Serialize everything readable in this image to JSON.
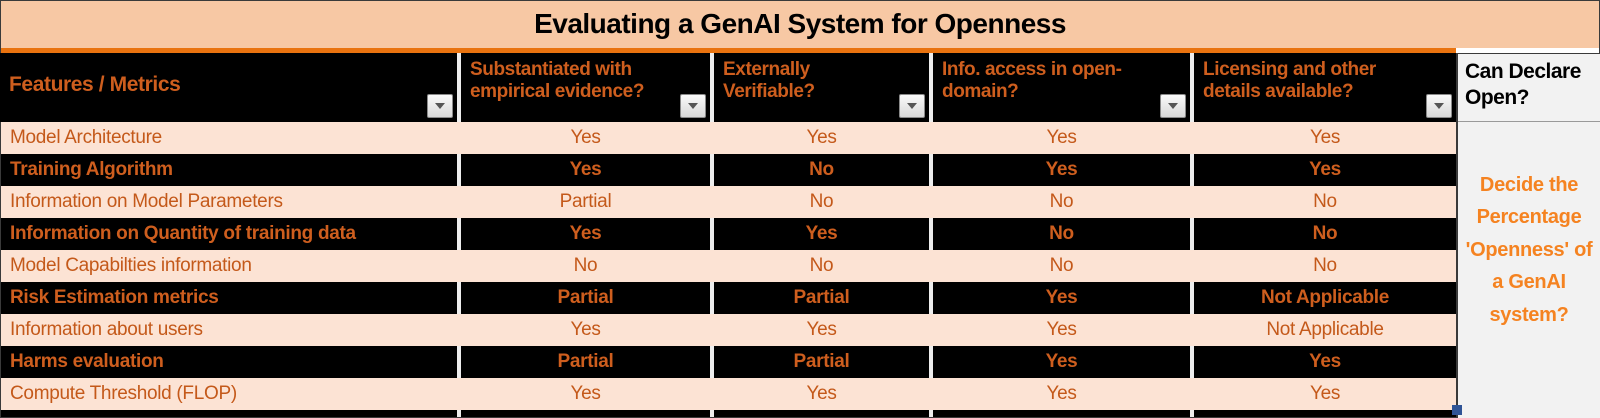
{
  "title": "Evaluating a GenAI System for Openness",
  "table": {
    "feature_header": "Features / Metrics",
    "value_columns": [
      "Substantiated with empirical evidence?",
      "Externally Verifiable?",
      "Info. access in open-domain?",
      "Licensing and other details available?"
    ],
    "rows": [
      {
        "feature": "Model Architecture",
        "values": [
          "Yes",
          "Yes",
          "Yes",
          "Yes"
        ]
      },
      {
        "feature": "Training Algorithm",
        "values": [
          "Yes",
          "No",
          "Yes",
          "Yes"
        ]
      },
      {
        "feature": "Information on Model Parameters",
        "values": [
          "Partial",
          "No",
          "No",
          "No"
        ]
      },
      {
        "feature": "Information on Quantity of training data",
        "values": [
          "Yes",
          "Yes",
          "No",
          "No"
        ]
      },
      {
        "feature": "Model Capabilties information",
        "values": [
          "No",
          "No",
          "No",
          "No"
        ]
      },
      {
        "feature": "Risk Estimation metrics",
        "values": [
          "Partial",
          "Partial",
          "Yes",
          "Not Applicable"
        ]
      },
      {
        "feature": "Information about users",
        "values": [
          "Yes",
          "Yes",
          "Yes",
          "Not Applicable"
        ]
      },
      {
        "feature": "Harms evaluation",
        "values": [
          "Partial",
          "Partial",
          "Yes",
          "Yes"
        ]
      },
      {
        "feature": "Compute Threshold (FLOP)",
        "values": [
          "Yes",
          "Yes",
          "Yes",
          "Yes"
        ]
      }
    ]
  },
  "side_panel": {
    "header": "Can Declare Open?",
    "body": "Decide the Percentage 'Openness' of a GenAI system?"
  },
  "icons": {
    "filter_dropdown": "chevron-down-icon"
  },
  "colors": {
    "title_bg": "#F7C8A4",
    "accent_line": "#E9730F",
    "row_black": "#000000",
    "row_peach": "#FCE3D4",
    "text_orange_dark": "#C4591A",
    "text_orange_bright": "#CE5E1E",
    "panel_bg": "#F2F2F2",
    "panel_text_orange": "#F58321",
    "handle_blue": "#2F5496"
  }
}
